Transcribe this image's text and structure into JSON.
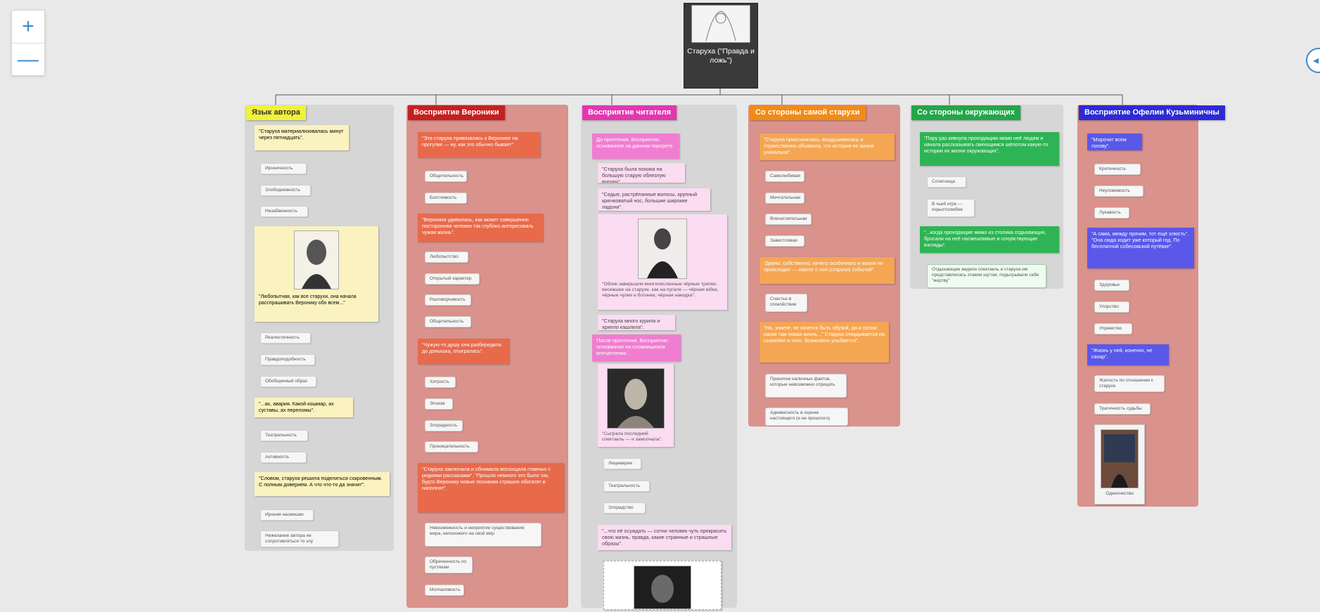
{
  "zoom": {
    "plus": "+",
    "minus": "—"
  },
  "edge_button": {
    "icon": "arrow-left-icon",
    "glyph": "◂"
  },
  "root": {
    "label": "Старуха (\"Правда и ложь\")"
  },
  "branches": [
    {
      "title": "Язык автора",
      "color": "#f0f23a",
      "cards": [
        "\"Старуха материализовалась минут через пятнадцать\".",
        "\"Любопытная, как все старухи, она начала расспрашивать Веронику обо всем...\"",
        "\"...ах, авария. Какой кошмар, ах суставы, ах переломы\".",
        "\"Словом, старуха решила поделиться сокровенным. С полным доверием. А что что-то да значит\"."
      ],
      "tags": [
        "Ироничность",
        "Злободневность",
        "Незабвенность",
        "Реалистичность",
        "Правдоподобность",
        "Обобщенный образ",
        "Театральность",
        "Активность",
        "Ирония насмешки",
        "Нежелание автора не сопротивляться то злу"
      ]
    },
    {
      "title": "Восприятие Вероники",
      "color": "#c61f1f",
      "cards": [
        "\"Эта старуха привязалась к Веронике на прогулке — ну, как это обычно бывает\".",
        "\"Вероника удивилась, как может совершенно посторонняя человек так глубоко интересовать чужая жизнь\".",
        "\"Чужую-то душу она разбередила до донышка, отыгралась\".",
        "\"Старуха заключала и обнимала восхищала главных с редкими рассказами\". \"Прошло немного это было так, будто Веронику новые познания страшно обогатят и наполнят\"."
      ],
      "tags": [
        "Общительность",
        "Болтливость",
        "Любопытство",
        "Открытый характер",
        "Разговорчивость",
        "Общительность",
        "Хитрость",
        "Эгоизм",
        "Злорадность",
        "Проницательность",
        "Невозможность и неприятие существования мира, непохожего на свой мир",
        "Обреченность по пустякам",
        "Молчаливость"
      ]
    },
    {
      "title": "Восприятие читателя",
      "color": "#e535b0",
      "cards": [
        "До прочтения. Восприятие, основанное на данном портрете.",
        "\"Старуха была похожа на большую старую облезлую ворону\".",
        "\"Седые, растрёпанные волосы, крупный крючковатый нос, большие широкие ладони\".",
        "\"Облик завершали многочисленные чёрные тряпки, висевшие на старухе, как на пугале — чёрная юбка, чёрные чулки и ботинки, чёрная накидка\".",
        "\"Старуха много курила и хрипло кашляла\".",
        "После прочтения. Восприятие, основанное на сложившемся впечатлении.",
        "\"Сыграла последний спектакль — и замолчала\".",
        "\"...что её осуждать — сотни человек чуть прекрасить свою жизнь, правда, какие странные и страшные образы\"."
      ],
      "tags": [
        "Лицемерие",
        "Театральность",
        "Злорадство"
      ]
    },
    {
      "title": "Со стороны самой старухи",
      "color": "#f08b18",
      "cards": [
        "\"Старуха приосанилась, воодушевилась и торжественно объявила, что история ее жизни уникальна\".",
        "\"Давно, собственно, ничего особенного в жизни не происходит — хватит с ней (старухи) событий\".",
        "\"Но, знаете, не хочется быть обузой, да и потом какая там новая жизнь...\" Старуха откидывается на скамейке и тихо, безмолвно улыбается\"."
      ],
      "tags": [
        "Самолюбивая",
        "Мечтательная",
        "Впечатлительная",
        "Завистливая",
        "Счастье в спокойствии",
        "Принятие наличных фактов, которые невозможно отрицать",
        "Адекватность в оценке настоящего (и не прошлого)"
      ]
    },
    {
      "title": "Со стороны окружающих",
      "color": "#23a64a",
      "cards": [
        "\"Пару раз кивнула проходящим мимо неё людям и начала рассказывать смеющимся шёпотом какую-то истории их жизни окружающих\".",
        "\"...когда проходящие мимо из столика отдыхающих, бросали на неё насмешливые и сочувствующие взгляды\"."
      ],
      "tags": [
        "Сплетница",
        "В чьей игре — корыстолюбие",
        "Отдыхающие видели спектакль и старуха им представлялась этаким шутом, подыгрывали себе \"жертву\""
      ]
    },
    {
      "title": "Восприятие Офелии Кузьминичны",
      "color": "#2d2ad6",
      "cards": [
        "\"Морочит всем голову\".",
        "\"А сама, между прочим, тот ещё хлюсть\". \"Она сюда ходит уже который год. По бесплатной собесовской путёвке\".",
        "\"Жизнь у ней, конечно, не сахар\"."
      ],
      "tags": [
        "Критичность",
        "Неуловимость",
        "Лукавость",
        "Здоровье",
        "Упорство",
        "Упрямство",
        "Жалость по отношению к старухе",
        "Трагичность судьбы",
        "Одиночество"
      ]
    }
  ]
}
